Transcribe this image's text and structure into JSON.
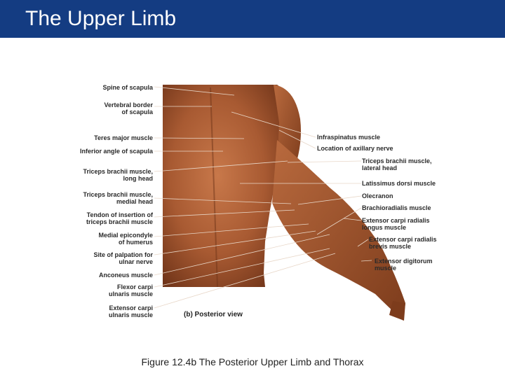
{
  "header": {
    "title": "The Upper Limb"
  },
  "figure": {
    "view_label": "(b) Posterior view",
    "left_labels": [
      {
        "line1": "Spine of scapula",
        "line2": ""
      },
      {
        "line1": "Vertebral border",
        "line2": "of scapula"
      },
      {
        "line1": "Teres major muscle",
        "line2": ""
      },
      {
        "line1": "Inferior angle of scapula",
        "line2": ""
      },
      {
        "line1": "Triceps brachii muscle,",
        "line2": "long head"
      },
      {
        "line1": "Triceps brachii muscle,",
        "line2": "medial head"
      },
      {
        "line1": "Tendon of insertion of",
        "line2": "triceps brachii muscle"
      },
      {
        "line1": "Medial epicondyle",
        "line2": "of humerus"
      },
      {
        "line1": "Site of palpation for",
        "line2": "ulnar nerve"
      },
      {
        "line1": "Anconeus muscle",
        "line2": ""
      },
      {
        "line1": "Flexor carpi",
        "line2": "ulnaris muscle"
      },
      {
        "line1": "Extensor carpi",
        "line2": "ulnaris muscle"
      }
    ],
    "right_labels": [
      {
        "line1": "Infraspinatus muscle",
        "line2": ""
      },
      {
        "line1": "Location of axillary nerve",
        "line2": ""
      },
      {
        "line1": "Triceps brachii muscle,",
        "line2": "lateral head"
      },
      {
        "line1": "Latissimus dorsi muscle",
        "line2": ""
      },
      {
        "line1": "Olecranon",
        "line2": ""
      },
      {
        "line1": "Brachioradialis muscle",
        "line2": ""
      },
      {
        "line1": "Extensor carpi radialis",
        "line2": "longus muscle"
      },
      {
        "line1": "Extensor carpi radialis",
        "line2": "brevis muscle"
      },
      {
        "line1": "Extensor digitorum",
        "line2": "muscle"
      }
    ]
  },
  "caption": "Figure 12.4b The Posterior Upper Limb and Thorax",
  "colors": {
    "header_bg": "#143c82",
    "skin": "#a85a32",
    "skin_dark": "#6e3318"
  }
}
